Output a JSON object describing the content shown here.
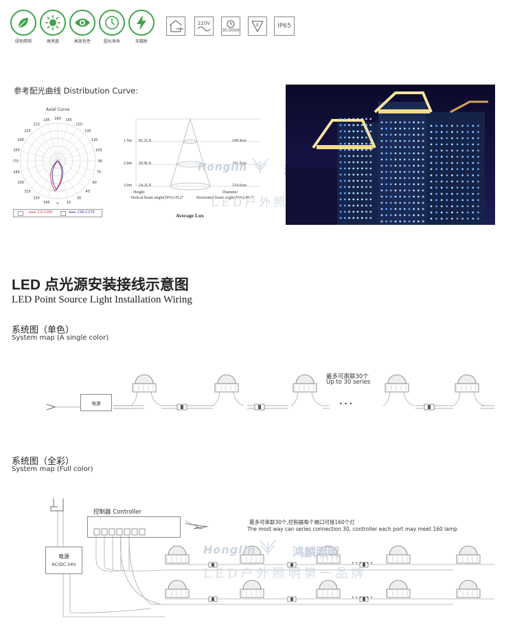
{
  "features": [
    {
      "label": "绿色照明",
      "icon": "leaf-icon"
    },
    {
      "label": "高亮度",
      "icon": "sun-icon"
    },
    {
      "label": "高显色性",
      "icon": "eye-icon"
    },
    {
      "label": "超长寿命",
      "icon": "clock-icon"
    },
    {
      "label": "无辐射",
      "icon": "lightning-icon"
    }
  ],
  "specs": {
    "voltage": "220V",
    "life": "30,000H",
    "fclass": "F",
    "ip": "IP65"
  },
  "distribution": {
    "heading": "参考配光曲线 Distribution Curve:",
    "axial_title": "Axial Curve",
    "angles": [
      "180",
      "165",
      "150",
      "135",
      "120",
      "105",
      "90",
      "75",
      "60",
      "45",
      "30",
      "15",
      "0",
      "345",
      "330",
      "315",
      "300",
      "285",
      "270",
      "255",
      "240",
      "225",
      "210",
      "195"
    ],
    "legend": [
      "C0-C180",
      "C90-C270"
    ],
    "lux_rows": [
      {
        "h": "1.5m",
        "lux": "81.1LX",
        "d": "108.4cm"
      },
      {
        "h": "2.0m",
        "lux": "50.9LX",
        "d": "141.5cm"
      },
      {
        "h": "3.0m",
        "lux": "24.2LX",
        "d": "214.6cm"
      }
    ],
    "lux_height": "Height",
    "lux_diameter": "Diameter",
    "vertical_angle": "Vertical beam angle(50%):39.2°",
    "horizontal_angle": "Horizontal beam angle(50%):49.2°",
    "average": "Average Lux"
  },
  "watermark": {
    "brand_en": "Honglin",
    "brand_cn": "鸿麟照明",
    "slogan": "LED户外照明第一品牌"
  },
  "install": {
    "title_cn": "LED 点光源安装接线示意图",
    "title_en": "LED Point Source Light Installation Wiring"
  },
  "single": {
    "title_cn": "系统图（单色）",
    "title_en": "System map (A single color)",
    "power_label": "电源",
    "max_cn": "最多可串联30个",
    "max_en": "Up to 30 series",
    "dots": "• • •"
  },
  "full": {
    "title_cn": "系统图（全彩）",
    "title_en": "System map (Full color)",
    "controller": "控制器 Controller",
    "power_cn": "电源",
    "power_spec": "AC/DC 24V",
    "note_cn": "最多可串联30个,控制器每个端口可接160个灯",
    "note_en": "The most way can series connection 30, controller each port may meet 160 lamp",
    "dots": "• • • • • •"
  }
}
